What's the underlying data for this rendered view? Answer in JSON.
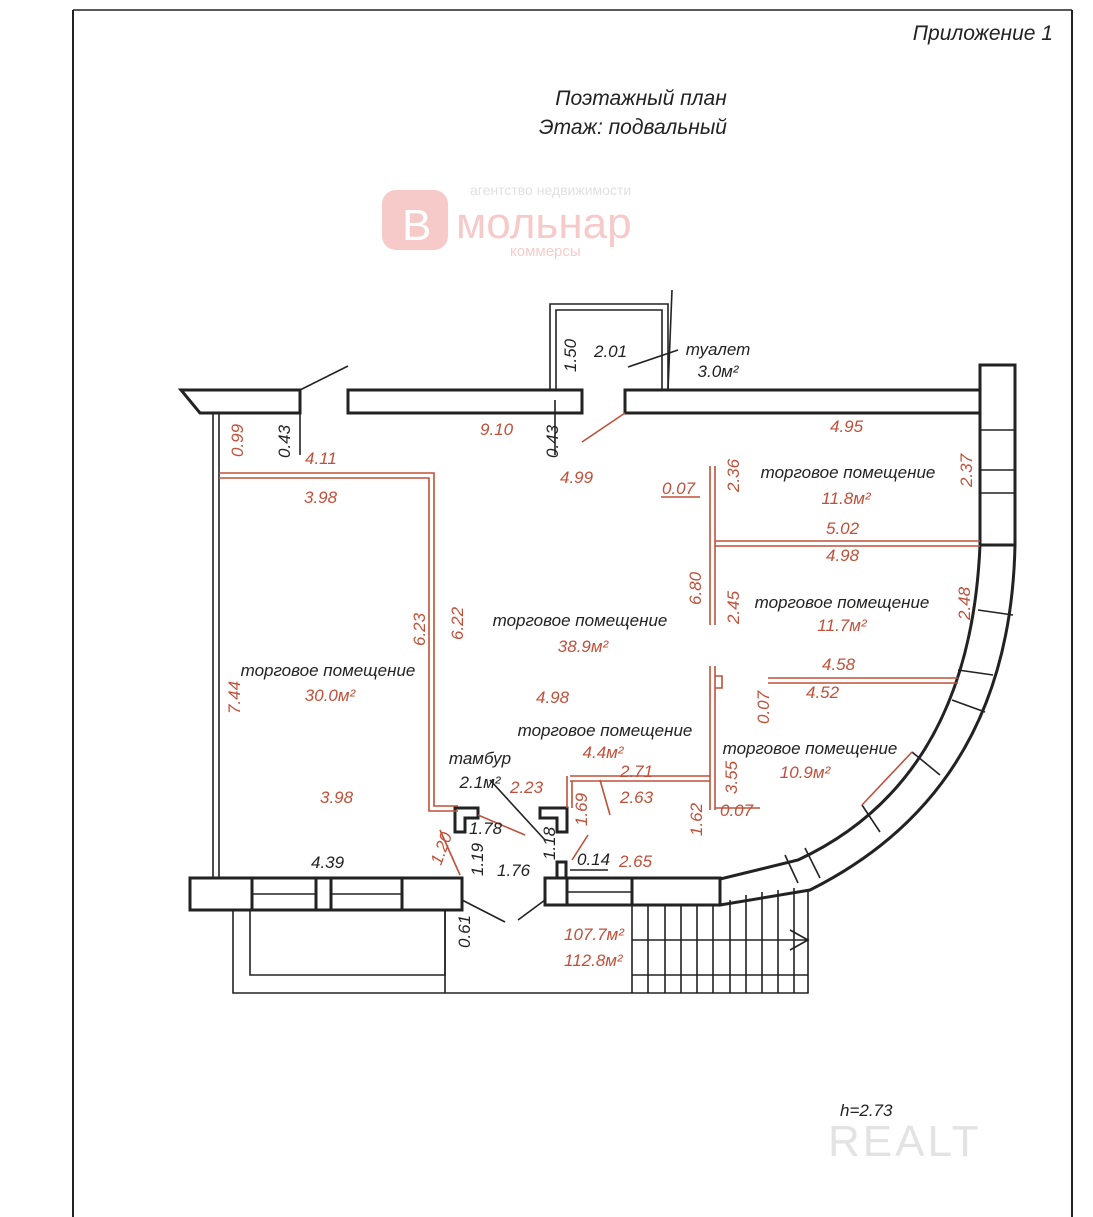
{
  "header": {
    "appendix": "Приложение 1",
    "title": "Поэтажный план",
    "floor": "Этаж: подвальный"
  },
  "rooms": {
    "toilet": {
      "name": "туалет",
      "area": "3.0м²"
    },
    "shop_top": {
      "name": "торговое помещение",
      "area": "11.8м²"
    },
    "shop_mid": {
      "name": "торговое помещение",
      "area": "11.7м²"
    },
    "shop_main": {
      "name": "торговое помещение",
      "area": "38.9м²"
    },
    "shop_left": {
      "name": "торговое помещение",
      "area": "30.0м²"
    },
    "shop_small": {
      "name": "торговое помещение",
      "area": "4.4м²"
    },
    "shop_right": {
      "name": "торговое помещение",
      "area": "10.9м²"
    },
    "vestibule": {
      "name": "тамбур",
      "area": "2.1м²"
    }
  },
  "dimensions": {
    "d_1_50": "1.50",
    "d_2_01": "2.01",
    "d_0_99": "0.99",
    "d_0_43a": "0.43",
    "d_0_43b": "0.43",
    "d_9_10": "9.10",
    "d_4_95": "4.95",
    "d_4_11": "4.11",
    "d_3_98a": "3.98",
    "d_4_99": "4.99",
    "d_0_07a": "0.07",
    "d_2_36": "2.36",
    "d_2_37": "2.37",
    "d_5_02": "5.02",
    "d_4_98a": "4.98",
    "d_6_80": "6.80",
    "d_2_45": "2.45",
    "d_2_48": "2.48",
    "d_6_23": "6.23",
    "d_6_22": "6.22",
    "d_7_44": "7.44",
    "d_4_98b": "4.98",
    "d_4_58": "4.58",
    "d_4_52": "4.52",
    "d_0_07b": "0.07",
    "d_3_55": "3.55",
    "d_2_71": "2.71",
    "d_2_63": "2.63",
    "d_2_23": "2.23",
    "d_3_98b": "3.98",
    "d_1_78": "1.78",
    "d_1_18": "1.18",
    "d_1_69": "1.69",
    "d_1_62": "1.62",
    "d_0_07c": "0.07",
    "d_1_20": "1.20",
    "d_1_19": "1.19",
    "d_1_76": "1.76",
    "d_0_14": "0.14",
    "d_2_65": "2.65",
    "d_4_39": "4.39",
    "d_0_61": "0.61"
  },
  "totals": {
    "living": "107.7м²",
    "total": "112.8м²"
  },
  "height": "h=2.73",
  "watermarks": {
    "agency_tag": "агентство недвижимости",
    "agency_name": "мольнар",
    "agency_sub": "коммерсы",
    "site": "REALT"
  },
  "colors": {
    "dimension_red": "#c0503a",
    "wall": "#222222",
    "watermark_pink": "#f2a0a0"
  }
}
